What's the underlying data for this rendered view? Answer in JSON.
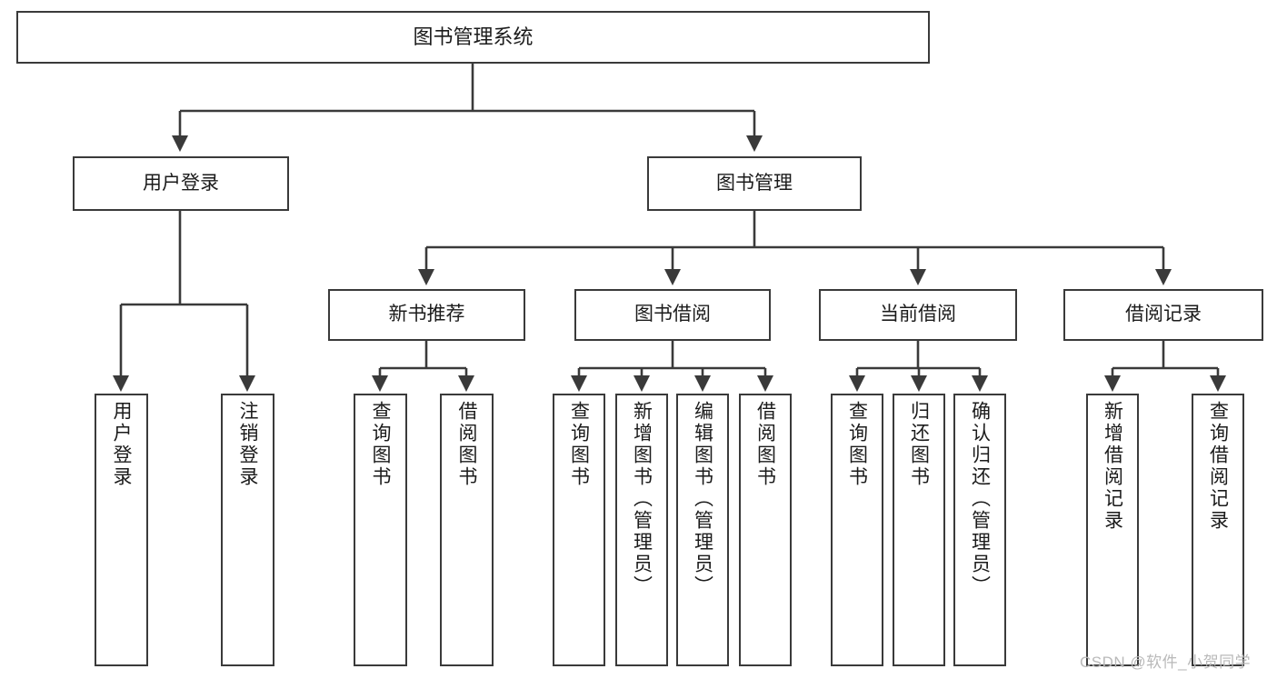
{
  "diagram": {
    "title": "图书管理系统",
    "type": "tree-hierarchy",
    "watermark": "CSDN @软件_小贺同学",
    "stroke_color": "#3a3a3a",
    "fill_color": "#ffffff",
    "text_color": "#1b1b1b",
    "levels": {
      "level1": [
        "图书管理系统"
      ],
      "level2": [
        "用户登录",
        "图书管理"
      ],
      "level3": [
        "新书推荐",
        "图书借阅",
        "当前借阅",
        "借阅记录"
      ],
      "level4": [
        "用户登录",
        "注销登录",
        "查询图书",
        "借阅图书",
        "查询图书",
        "新增图书（管理员）",
        "编辑图书（管理员）",
        "借阅图书",
        "查询图书",
        "归还图书",
        "确认归还（管理员）",
        "新增借阅记录",
        "查询借阅记录"
      ]
    },
    "nodes": {
      "root": {
        "label": "图书管理系统"
      },
      "user_login": {
        "label": "用户登录"
      },
      "book_manage": {
        "label": "图书管理"
      },
      "new_book_rec": {
        "label": "新书推荐"
      },
      "book_borrow": {
        "label": "图书借阅"
      },
      "current_borrow": {
        "label": "当前借阅"
      },
      "borrow_record": {
        "label": "借阅记录"
      },
      "leaf_user_login": {
        "label": "用户登录"
      },
      "leaf_logout": {
        "label": "注销登录"
      },
      "leaf_query_book_1": {
        "label": "查询图书"
      },
      "leaf_borrow_book_1": {
        "label": "借阅图书"
      },
      "leaf_query_book_2": {
        "label": "查询图书"
      },
      "leaf_add_book": {
        "label": "新增图书（管理员）"
      },
      "leaf_edit_book": {
        "label": "编辑图书（管理员）"
      },
      "leaf_borrow_book_2": {
        "label": "借阅图书"
      },
      "leaf_query_book_3": {
        "label": "查询图书"
      },
      "leaf_return_book": {
        "label": "归还图书"
      },
      "leaf_confirm_return": {
        "label": "确认归还（管理员）"
      },
      "leaf_add_record": {
        "label": "新增借阅记录"
      },
      "leaf_query_record": {
        "label": "查询借阅记录"
      }
    }
  }
}
